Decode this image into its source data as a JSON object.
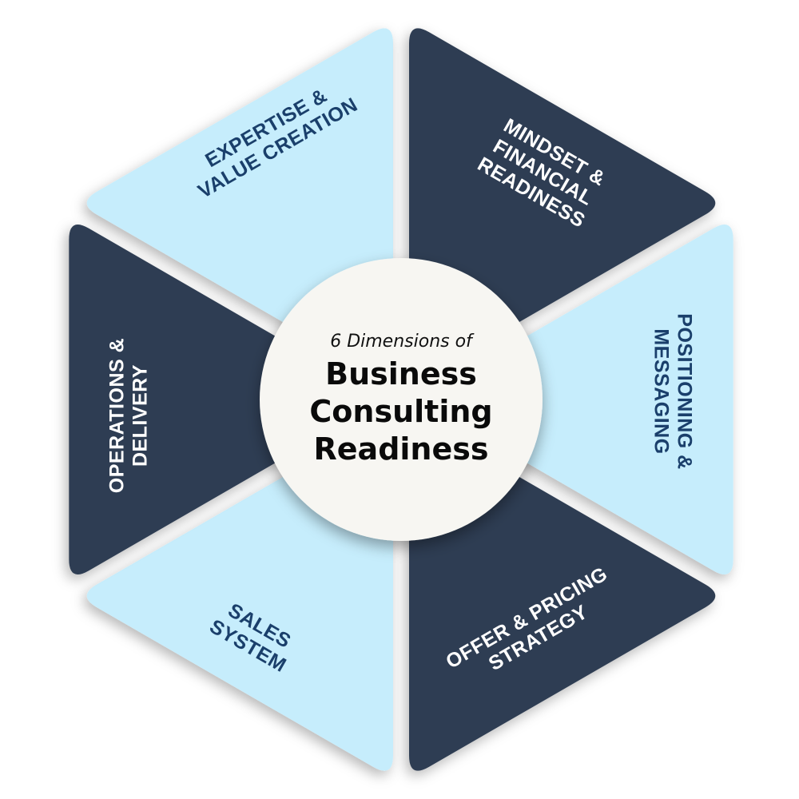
{
  "title": {
    "subtitle": "6 Dimensions of",
    "lines": [
      "Business",
      "Consulting",
      "Readiness"
    ]
  },
  "colors": {
    "dark": "#2e3e52",
    "light": "#c6edfc",
    "dark_text": "#ffffff",
    "light_text": "#1a3f6b",
    "center_fill": "#f7f6f2",
    "background": "#ffffff"
  },
  "segments": [
    {
      "id": "expertise",
      "tone": "light",
      "lines": [
        "EXPERTISE &",
        "VALUE CREATION"
      ]
    },
    {
      "id": "mindset",
      "tone": "dark",
      "lines": [
        "MINDSET &",
        "FINANCIAL",
        "READINESS"
      ]
    },
    {
      "id": "positioning",
      "tone": "light",
      "lines": [
        "POSITIONING &",
        "MESSAGING"
      ]
    },
    {
      "id": "offer-pricing",
      "tone": "dark",
      "lines": [
        "OFFER & PRICING",
        "STRATEGY"
      ]
    },
    {
      "id": "sales",
      "tone": "light",
      "lines": [
        "SALES",
        "SYSTEM"
      ]
    },
    {
      "id": "operations",
      "tone": "dark",
      "lines": [
        "OPERATIONS &",
        "DELIVERY"
      ]
    }
  ]
}
